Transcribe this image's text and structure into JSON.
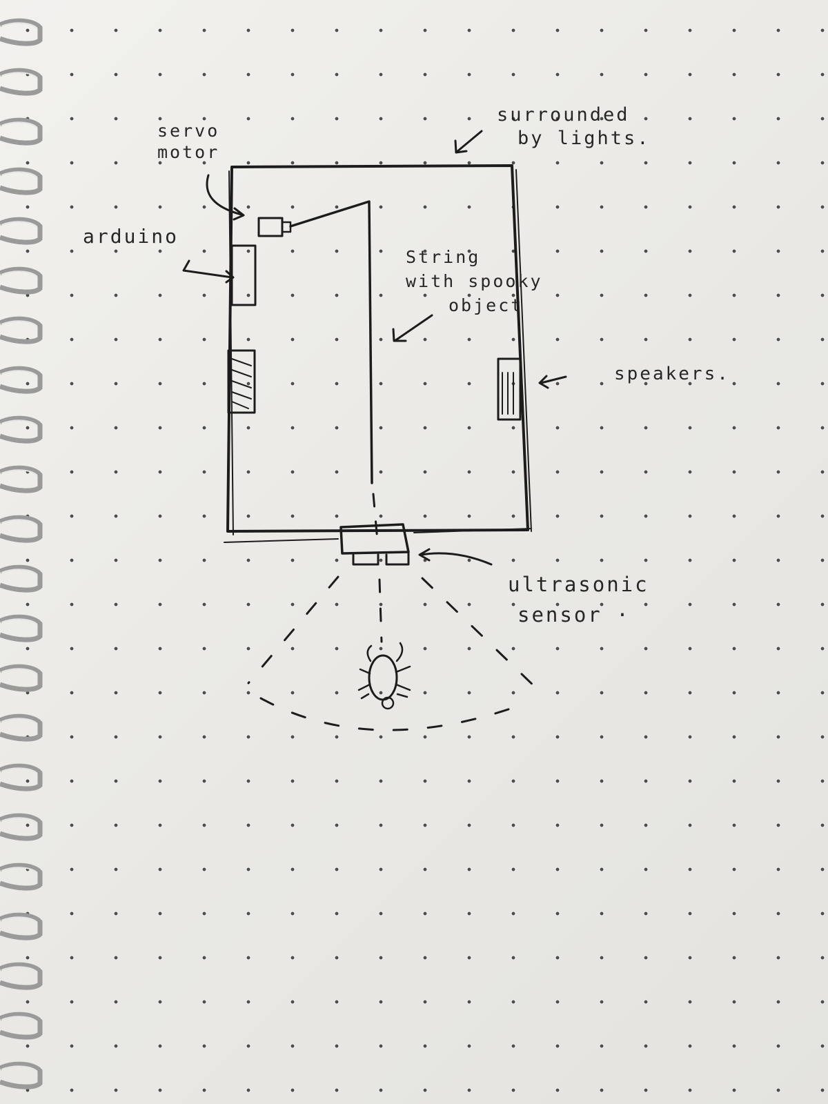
{
  "labels": {
    "servo": [
      "servo",
      "motor"
    ],
    "arduino": "arduino",
    "lights": [
      "surrounded",
      "by lights."
    ],
    "string": [
      "String",
      "with spooky",
      "object"
    ],
    "speakers": "speakers.",
    "sensor": [
      "ultrasonic",
      "sensor ·"
    ]
  }
}
